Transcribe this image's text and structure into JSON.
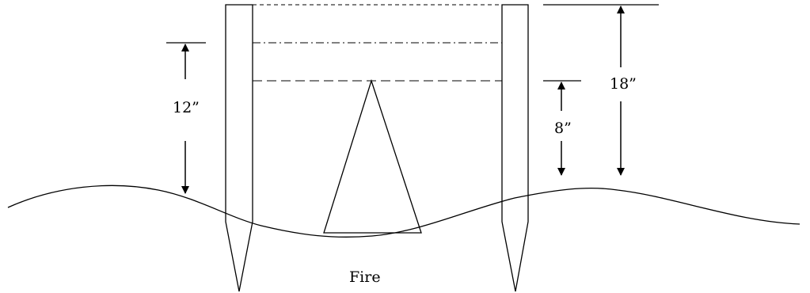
{
  "labels": {
    "left_height": "12”",
    "right_inner_height": "8”",
    "right_outer_height": "18”",
    "fire": "Fire"
  }
}
